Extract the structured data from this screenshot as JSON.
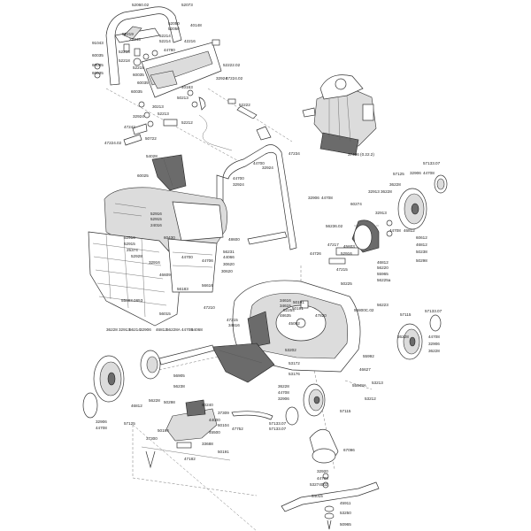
{
  "labels": [
    {
      "text": "52060.02"
    },
    {
      "text": "52073"
    },
    {
      "text": "52050"
    },
    {
      "text": "52050"
    },
    {
      "text": "40148"
    },
    {
      "text": "52219"
    },
    {
      "text": "91043"
    },
    {
      "text": "23345"
    },
    {
      "text": "52214"
    },
    {
      "text": "52214"
    },
    {
      "text": "52218"
    },
    {
      "text": "60035"
    },
    {
      "text": "52218"
    },
    {
      "text": "44780"
    },
    {
      "text": "42216"
    },
    {
      "text": "60035"
    },
    {
      "text": "52218"
    },
    {
      "text": "60035"
    },
    {
      "text": "60035"
    },
    {
      "text": "52222.02"
    },
    {
      "text": "47224.02"
    },
    {
      "text": "60035"
    },
    {
      "text": "60035"
    },
    {
      "text": "40163"
    },
    {
      "text": "32924"
    },
    {
      "text": "52222"
    },
    {
      "text": "50213"
    },
    {
      "text": "30213"
    },
    {
      "text": "52213"
    },
    {
      "text": "32924"
    },
    {
      "text": "52212"
    },
    {
      "text": "47242"
    },
    {
      "text": "50722"
    },
    {
      "text": "47224.02"
    },
    {
      "text": "54028"
    },
    {
      "text": "60025"
    },
    {
      "text": "47234"
    },
    {
      "text": "44700"
    },
    {
      "text": "32924"
    },
    {
      "text": "44700"
    },
    {
      "text": "32924"
    },
    {
      "text": "37406 (0.22.2)"
    },
    {
      "text": "57125"
    },
    {
      "text": "57133.07"
    },
    {
      "text": "32906"
    },
    {
      "text": "44708"
    },
    {
      "text": "36228"
    },
    {
      "text": "32913"
    },
    {
      "text": "36228"
    },
    {
      "text": "60274"
    },
    {
      "text": "32906"
    },
    {
      "text": "44708"
    },
    {
      "text": "32913"
    },
    {
      "text": "56236.02"
    },
    {
      "text": "52916"
    },
    {
      "text": "52915"
    },
    {
      "text": "24016"
    },
    {
      "text": "60430"
    },
    {
      "text": "52916"
    },
    {
      "text": "52915"
    },
    {
      "text": "25374"
    },
    {
      "text": "52928"
    },
    {
      "text": "32916"
    },
    {
      "text": "48600"
    },
    {
      "text": "44700"
    },
    {
      "text": "56231"
    },
    {
      "text": "44066"
    },
    {
      "text": "44706"
    },
    {
      "text": "30620"
    },
    {
      "text": "46609"
    },
    {
      "text": "56183"
    },
    {
      "text": "56616"
    },
    {
      "text": "30620"
    },
    {
      "text": "55883.0653"
    },
    {
      "text": "44708"
    },
    {
      "text": "46812"
    },
    {
      "text": "60612"
    },
    {
      "text": "46812"
    },
    {
      "text": "50238"
    },
    {
      "text": "50298"
    },
    {
      "text": "47217"
    },
    {
      "text": "44726"
    },
    {
      "text": "45603"
    },
    {
      "text": "52916"
    },
    {
      "text": "46812"
    },
    {
      "text": "56220"
    },
    {
      "text": "55965"
    },
    {
      "text": "56225a"
    },
    {
      "text": "47215"
    },
    {
      "text": "50225"
    },
    {
      "text": "56223"
    },
    {
      "text": "57115"
    },
    {
      "text": "57133.07"
    },
    {
      "text": "36228"
    },
    {
      "text": "44708"
    },
    {
      "text": "32906"
    },
    {
      "text": "36228"
    },
    {
      "text": "56800C.02"
    },
    {
      "text": "47210"
    },
    {
      "text": "34616"
    },
    {
      "text": "34615"
    },
    {
      "text": "48635"
    },
    {
      "text": "50191"
    },
    {
      "text": "52254"
    },
    {
      "text": "50191"
    },
    {
      "text": "47820"
    },
    {
      "text": "45002"
    },
    {
      "text": "47215"
    },
    {
      "text": "34616"
    },
    {
      "text": "56015"
    },
    {
      "text": "36228"
    },
    {
      "text": "32913"
    },
    {
      "text": "56214"
    },
    {
      "text": "32906"
    },
    {
      "text": "46812"
    },
    {
      "text": "56228A"
    },
    {
      "text": "44708"
    },
    {
      "text": "54068"
    },
    {
      "text": "53202"
    },
    {
      "text": "53172"
    },
    {
      "text": "53176"
    },
    {
      "text": "55992"
    },
    {
      "text": "46627"
    },
    {
      "text": "55848A"
    },
    {
      "text": "53213"
    },
    {
      "text": "53212"
    },
    {
      "text": "36228"
    },
    {
      "text": "44708"
    },
    {
      "text": "32906"
    },
    {
      "text": "57115"
    },
    {
      "text": "57133.07"
    },
    {
      "text": "32906"
    },
    {
      "text": "44708"
    },
    {
      "text": "57125"
    },
    {
      "text": "56905"
    },
    {
      "text": "56238"
    },
    {
      "text": "46812"
    },
    {
      "text": "50298"
    },
    {
      "text": "56228"
    },
    {
      "text": "60240"
    },
    {
      "text": "37309"
    },
    {
      "text": "44000"
    },
    {
      "text": "60104"
    },
    {
      "text": "45500"
    },
    {
      "text": "50194"
    },
    {
      "text": "37300"
    },
    {
      "text": "33688"
    },
    {
      "text": "47182"
    },
    {
      "text": "50191"
    },
    {
      "text": "47752"
    },
    {
      "text": "57133.07"
    },
    {
      "text": "67096"
    },
    {
      "text": "32920"
    },
    {
      "text": "44708"
    },
    {
      "text": "53274002"
    },
    {
      "text": "54015"
    },
    {
      "text": "45911"
    },
    {
      "text": "53250"
    },
    {
      "text": "50965"
    }
  ]
}
